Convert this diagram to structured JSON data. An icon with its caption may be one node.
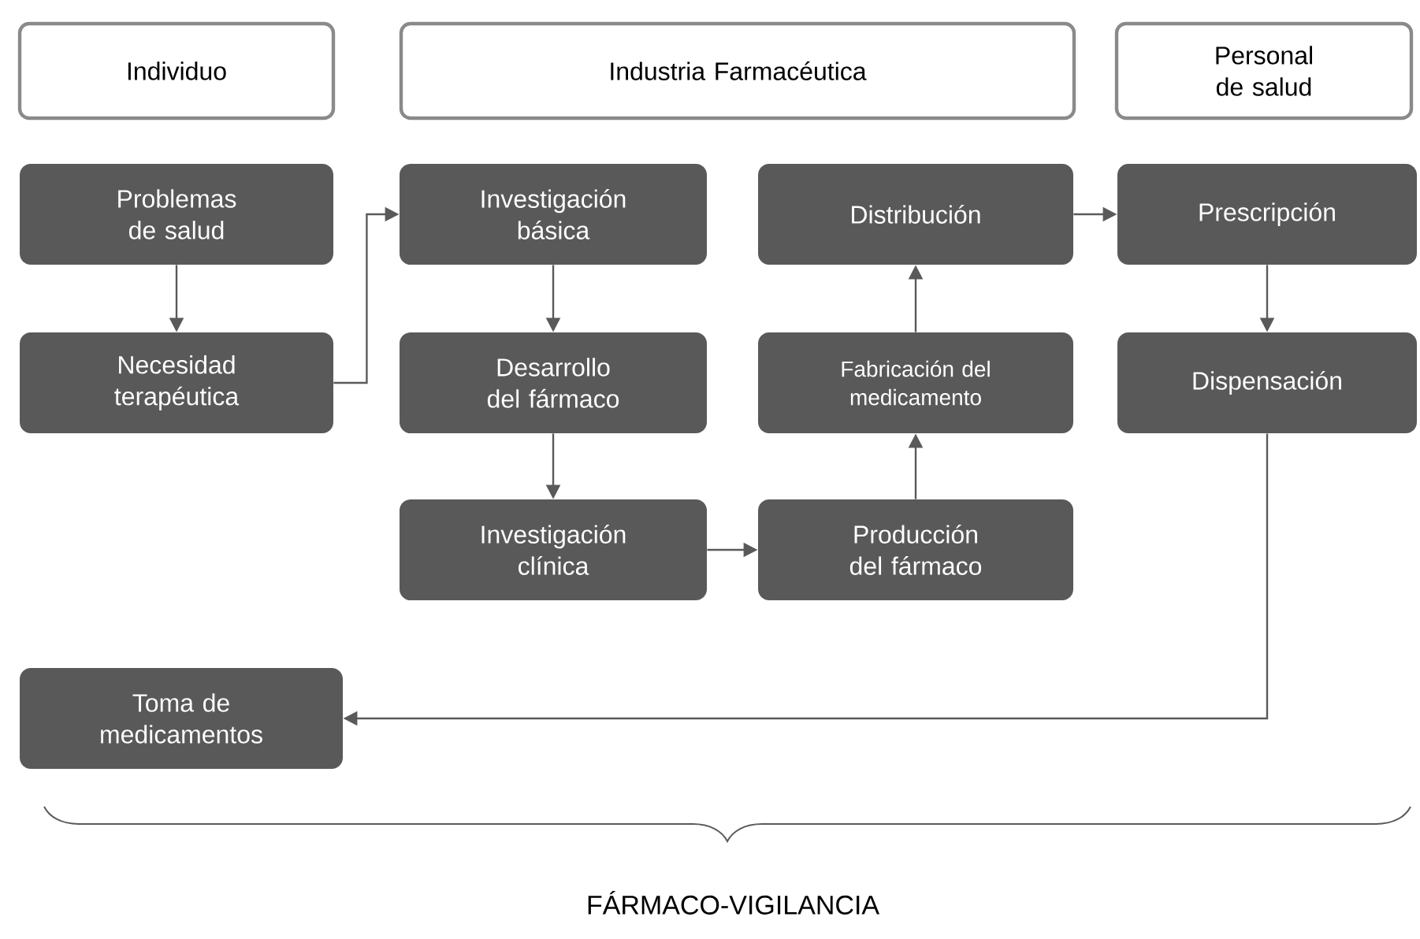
{
  "diagram": {
    "nodes": [
      {
        "text": [
          "Individuo"
        ]
      },
      {
        "text": [
          "Industria Farmacéutica"
        ]
      },
      {
        "text": [
          "Personal de salud"
        ]
      },
      {
        "text": [
          "Problemas de salud"
        ]
      },
      {
        "text": [
          "Necesidad terapéutica"
        ]
      },
      {
        "text": [
          "Investigación básica"
        ]
      },
      {
        "text": [
          "Desarrollo del fármaco"
        ]
      },
      {
        "text": [
          "Investigación clínica"
        ]
      },
      {
        "text": [
          "Distribución"
        ]
      },
      {
        "text": [
          "Fabricación del medicamento"
        ]
      },
      {
        "text": [
          "Producción del fármaco"
        ]
      },
      {
        "text": [
          "Prescripción"
        ]
      },
      {
        "text": [
          "Dispensación"
        ]
      },
      {
        "text": [
          "Toma de medicamentos"
        ]
      }
    ],
    "edges": [
      {
        "from": 3,
        "to": 4,
        "arrow": "to"
      },
      {
        "from": 4,
        "to": 5,
        "arrow": "to"
      },
      {
        "from": 5,
        "to": 6,
        "arrow": "to"
      },
      {
        "from": 6,
        "to": 7,
        "arrow": "to"
      },
      {
        "from": 7,
        "to": 10,
        "arrow": "to"
      },
      {
        "from": 10,
        "to": 9,
        "arrow": "to"
      },
      {
        "from": 9,
        "to": 8,
        "arrow": "to"
      },
      {
        "from": 8,
        "to": 11,
        "arrow": "to"
      },
      {
        "from": 11,
        "to": 12,
        "arrow": "to"
      },
      {
        "from": 12,
        "to": 13,
        "arrow": "to"
      }
    ],
    "labels": [
      "FÁRMACO-VIGILANCIA"
    ]
  }
}
